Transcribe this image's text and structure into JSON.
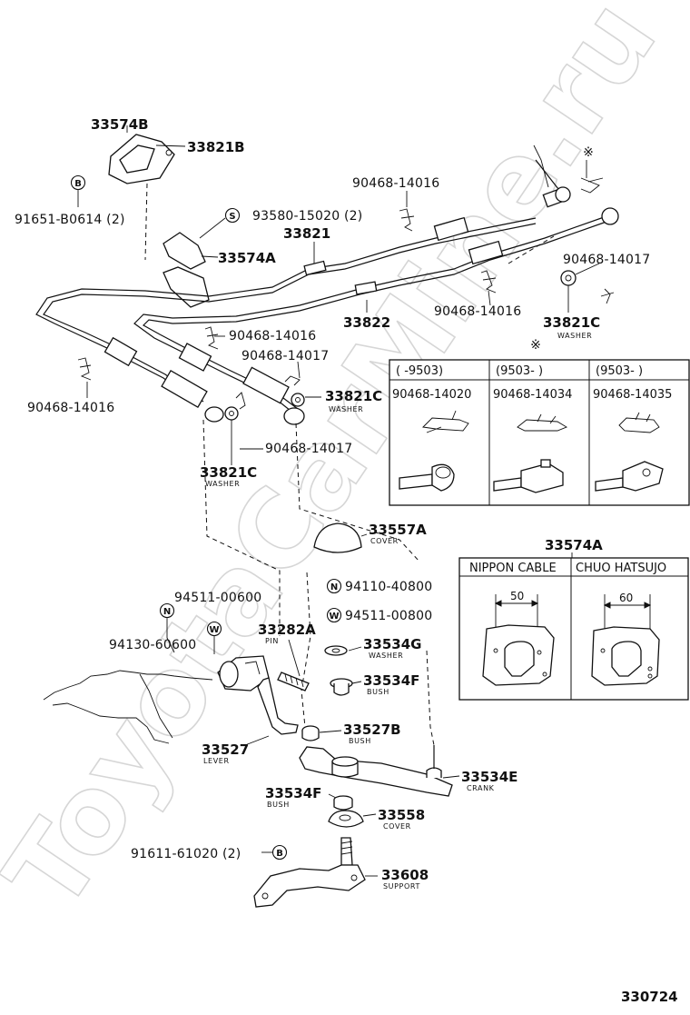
{
  "watermark": "ToyotaCarMine.ru",
  "diagram_code": "330724",
  "callouts": {
    "p33574B": "33574B",
    "p33821B": "33821B",
    "p91651": "91651-B0614 (2)",
    "p93580": "93580-15020 (2)",
    "p33821": "33821",
    "p33574A": "33574A",
    "p90468_16_top": "90468-14016",
    "p90468_17_right": "90468-14017",
    "p33822": "33822",
    "p90468_16_mid": "90468-14016",
    "p33821C_right": "33821C",
    "p33821C_right_sub": "WASHER",
    "p90468_16_left": "90468-14016",
    "p90468_16_center": "90468-14016",
    "p90468_17_center": "90468-14017",
    "p33821C_mid": "33821C",
    "p33821C_mid_sub": "WASHER",
    "p90468_17_lower": "90468-14017",
    "p33821C_left": "33821C",
    "p33821C_left_sub": "WASHER",
    "p33557A": "33557A",
    "p33557A_sub": "COVER",
    "p94110": "94110-40800",
    "p94511_08": "94511-00800",
    "p94511_06": "94511-00600",
    "p94130": "94130-60600",
    "p33282A": "33282A",
    "p33282A_sub": "PIN",
    "p33534G": "33534G",
    "p33534G_sub": "WASHER",
    "p33534F_top": "33534F",
    "p33534F_top_sub": "BUSH",
    "p33527B": "33527B",
    "p33527B_sub": "BUSH",
    "p33527": "33527",
    "p33527_sub": "LEVER",
    "p33534E": "33534E",
    "p33534E_sub": "CRANK",
    "p33534F_low": "33534F",
    "p33534F_low_sub": "BUSH",
    "p33558": "33558",
    "p33558_sub": "COVER",
    "p91611": "91611-61020 (2)",
    "p33608": "33608",
    "p33608_sub": "SUPPORT"
  },
  "markers": {
    "B": "B",
    "S": "S",
    "N": "N",
    "W": "W",
    "asterisk": "※"
  },
  "variant_table": {
    "marker": "※",
    "headers": [
      "(    -9503)",
      "(9503-     )",
      "(9503-     )"
    ],
    "part_numbers": [
      "90468-14020",
      "90468-14034",
      "90468-14035"
    ]
  },
  "bracket_table": {
    "title": "33574A",
    "headers": [
      "NIPPON CABLE",
      "CHUO HATSUJO"
    ],
    "dimensions": [
      "50",
      "60"
    ]
  }
}
